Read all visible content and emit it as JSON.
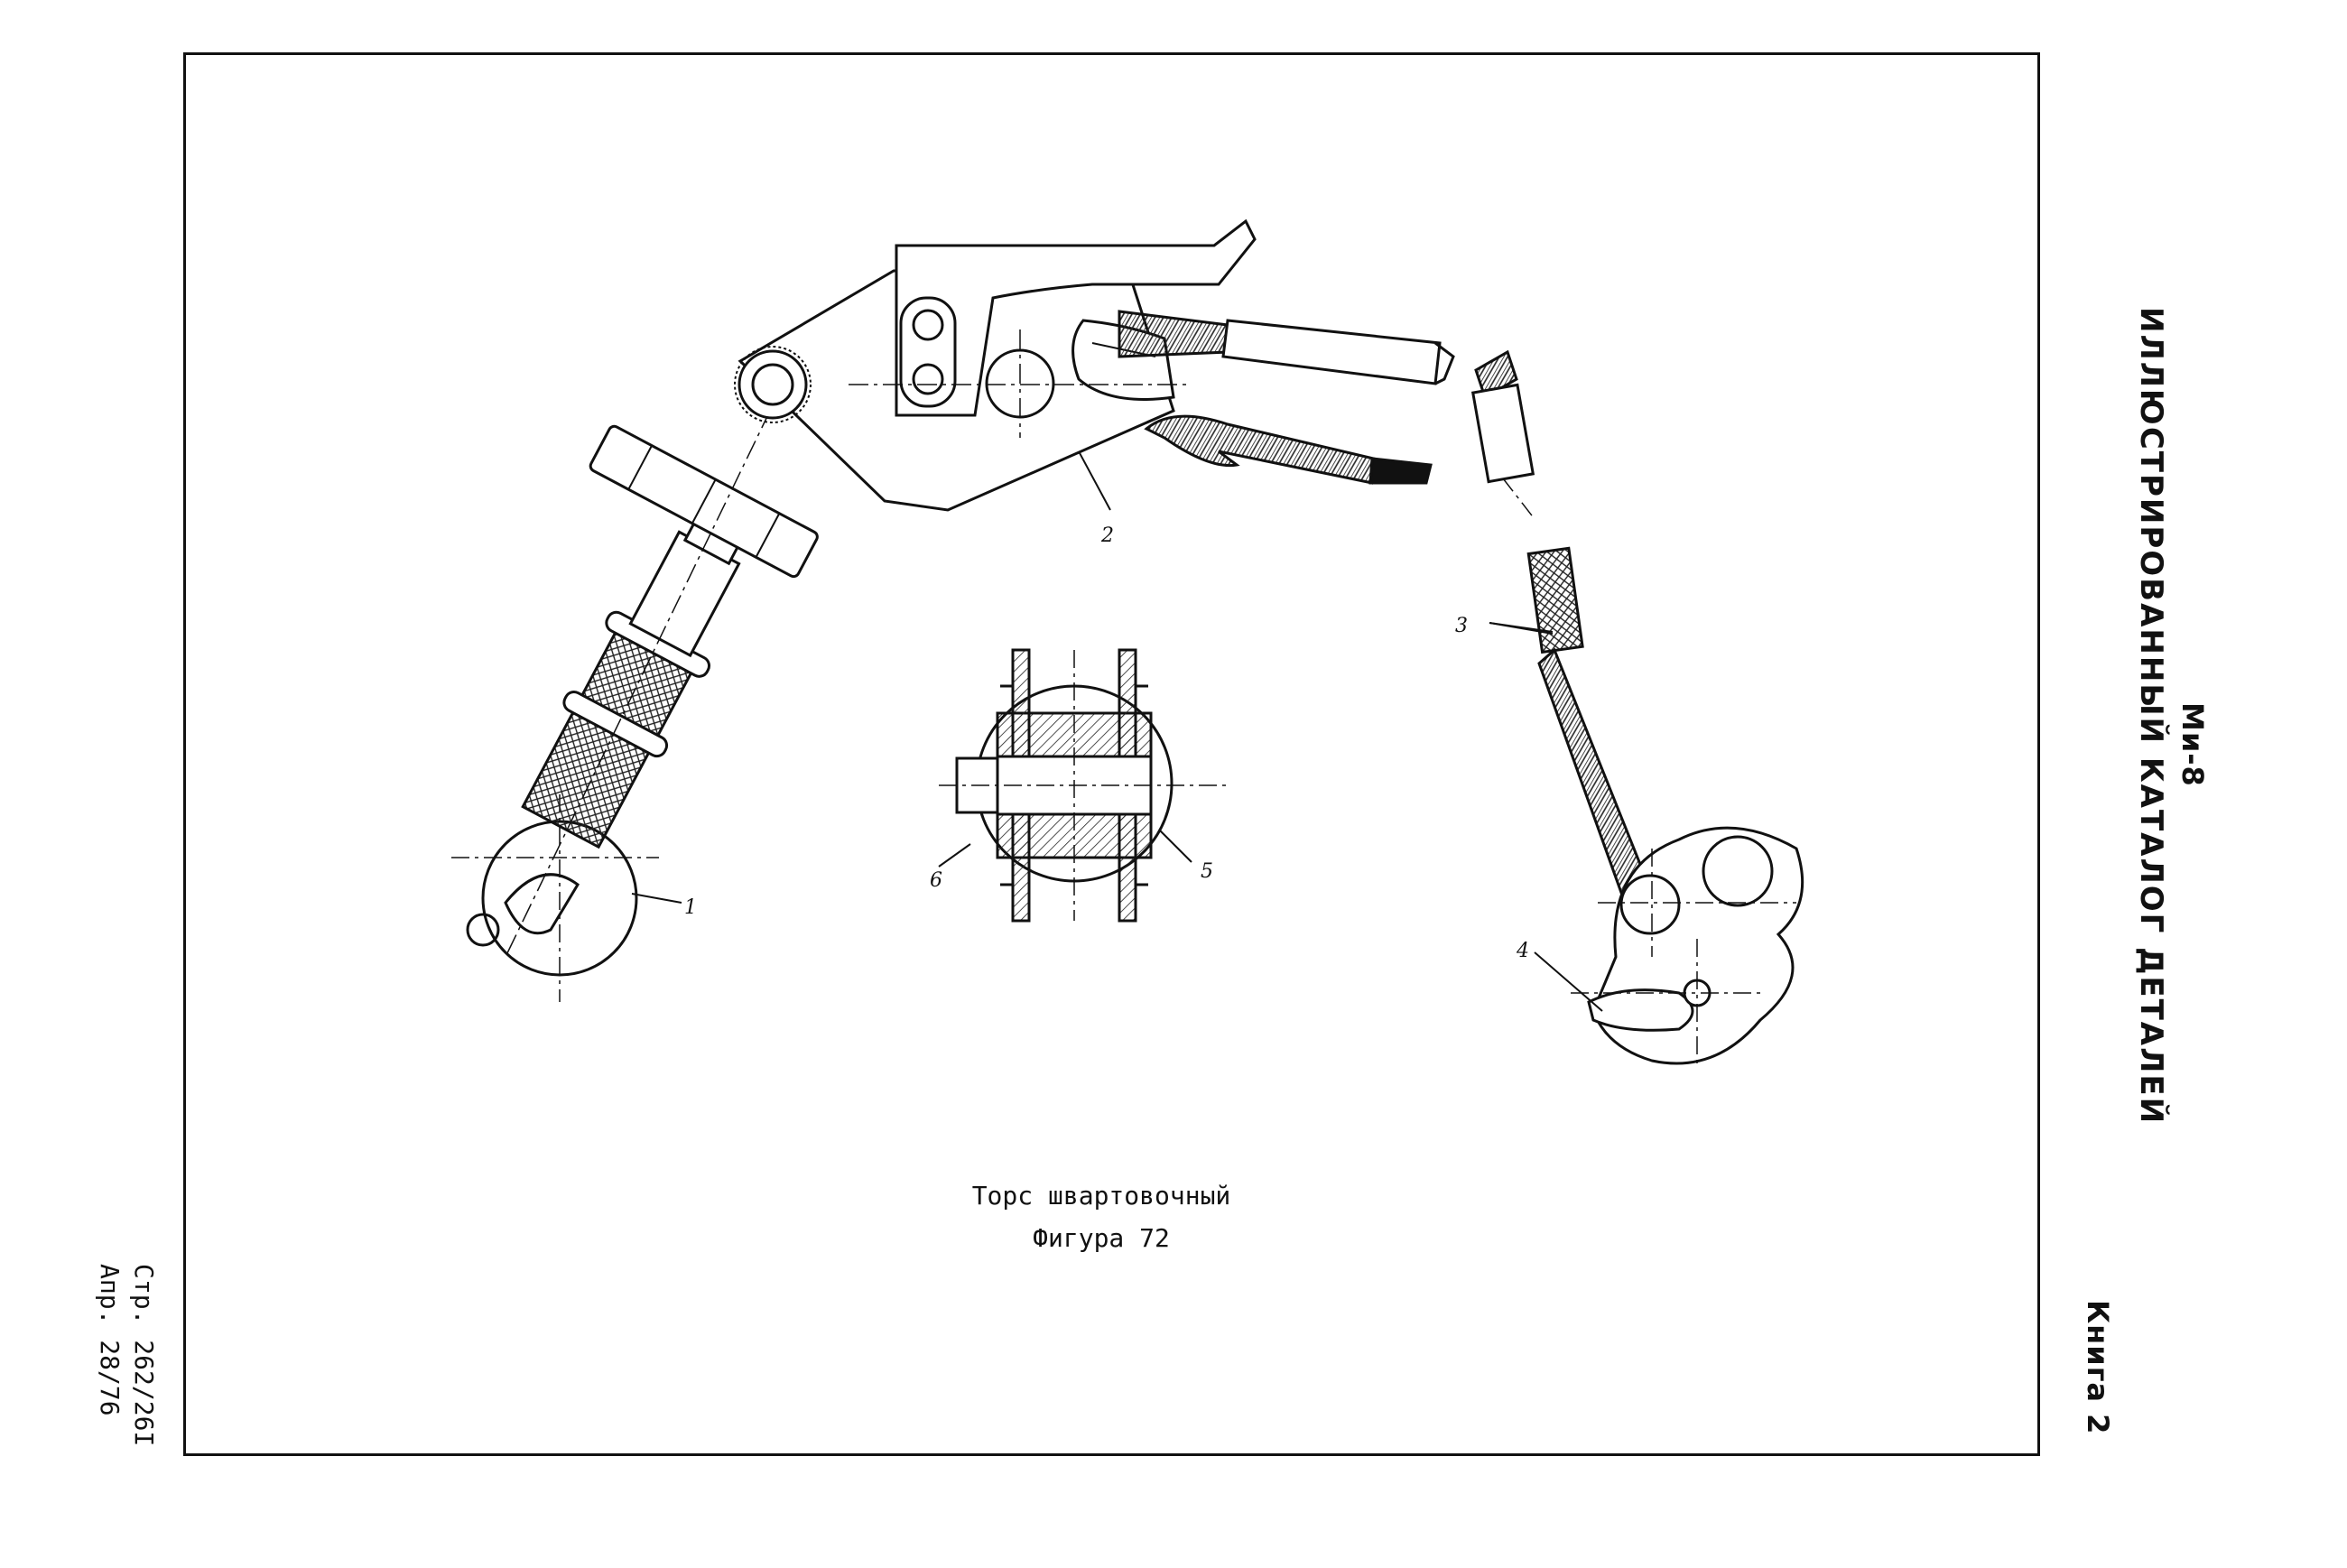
{
  "figure": {
    "title": "Торс швартовочный",
    "label": "Фигура 72",
    "callouts": [
      "1",
      "2",
      "3",
      "4",
      "5",
      "6"
    ]
  },
  "sidebar": {
    "model": "Ми-8",
    "title": "ИЛЛЮСТРИРОВАННЫЙ КАТАЛОГ ДЕТАЛЕЙ",
    "volume": "Книга 2"
  },
  "footer": {
    "page": "Стр. 262/26I",
    "date": "Апр. 28/76"
  }
}
